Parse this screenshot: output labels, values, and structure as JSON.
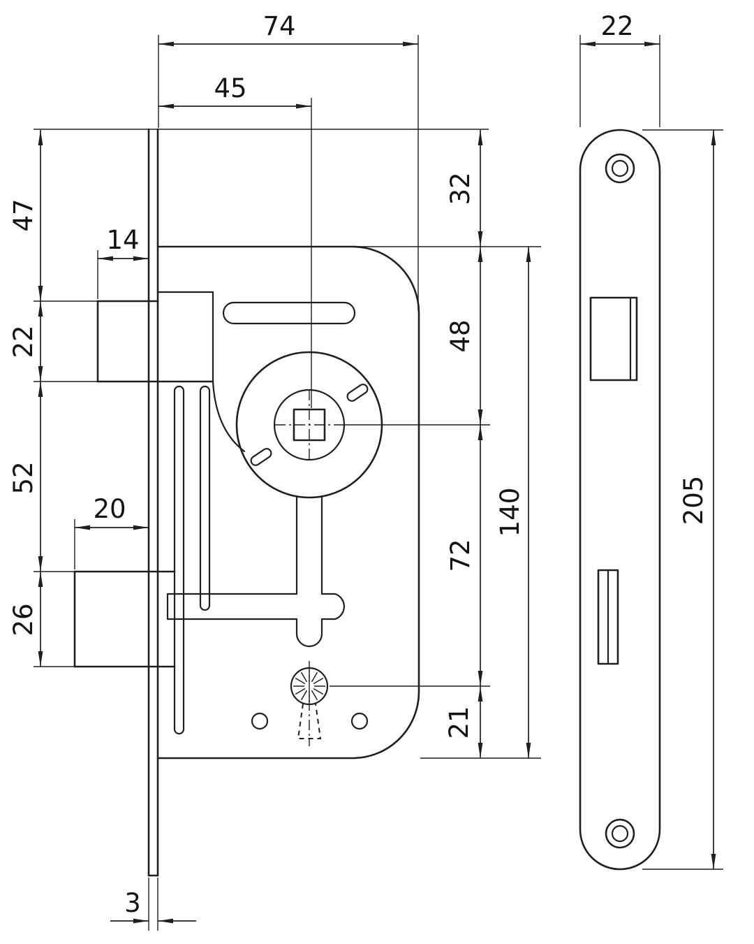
{
  "drawing": {
    "type": "technical-drawing",
    "subject": "mortise-lock",
    "colors": {
      "line": "#1f1f1f",
      "background": "#ffffff"
    }
  },
  "dimensions": {
    "case_depth": "74",
    "backset": "45",
    "faceplate_width": "22",
    "plate_top_to_latch": "47",
    "latch_height": "22",
    "latch_to_deadbolt": "52",
    "deadbolt_height": "26",
    "latch_projection": "14",
    "deadbolt_projection": "20",
    "plate_top_to_case": "32",
    "case_top_to_spindle": "48",
    "spindle_to_keyhole": "72",
    "keyhole_to_case_bottom": "21",
    "case_height": "140",
    "faceplate_length": "205",
    "faceplate_thickness": "3"
  }
}
